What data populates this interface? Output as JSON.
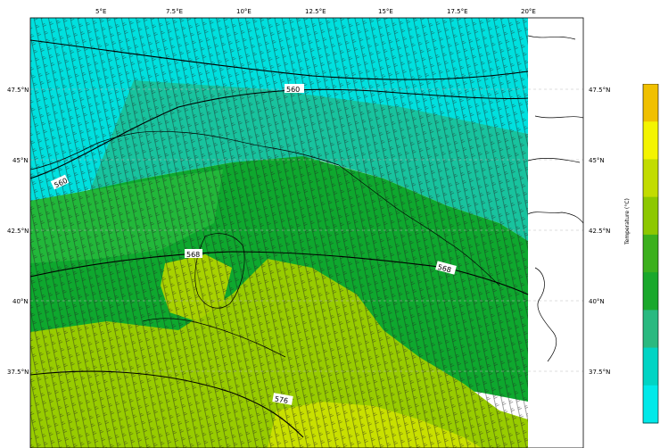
{
  "map": {
    "lon_ticks": [
      "5°E",
      "7.5°E",
      "10°E",
      "12.5°E",
      "15°E",
      "17.5°E",
      "20°E"
    ],
    "lat_ticks": [
      "47.5°N",
      "45°N",
      "42.5°N",
      "40°N",
      "37.5°N"
    ],
    "contours": [
      {
        "label": "560"
      },
      {
        "label": "560"
      },
      {
        "label": "568"
      },
      {
        "label": "568"
      },
      {
        "label": "576"
      }
    ],
    "fill_colors": {
      "cyan": "#00e5e5",
      "teal": "#1fc7a5",
      "mid_green": "#15b246",
      "green": "#0ea82e",
      "yellow_green": "#9acd00",
      "light_yellow_green": "#c8df00"
    }
  },
  "colorbar": {
    "title": "Temperature (°C)",
    "colors": [
      "#00e9e9",
      "#00d4c4",
      "#2ab980",
      "#1aa82c",
      "#3cb01d",
      "#8dc800",
      "#c2dc00",
      "#f4f400",
      "#f0c000"
    ]
  }
}
